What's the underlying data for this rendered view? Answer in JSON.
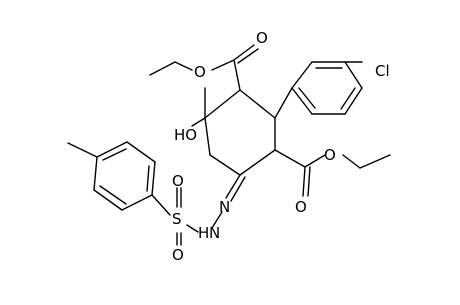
{
  "molecule": {
    "atom_labels": {
      "oxygen": "O",
      "chlorine": "Cl",
      "hydroxyl": "HO",
      "sulfur": "S",
      "hydrazone_n": "N",
      "amine_nh": "N",
      "amine_h": "H"
    }
  }
}
